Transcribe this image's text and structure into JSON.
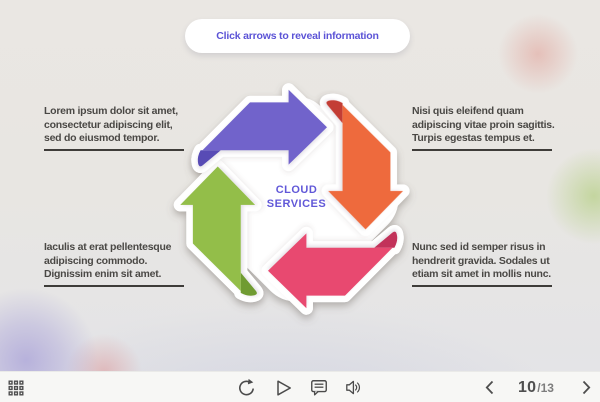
{
  "pill": {
    "label": "Click arrows to reveal information"
  },
  "diagram": {
    "center_title_line1": "CLOUD",
    "center_title_line2": "SERVICES",
    "title_color": "#6158d8",
    "arrows": [
      {
        "direction": "right",
        "color": "#7164cb",
        "fold_color": "#584cb5"
      },
      {
        "direction": "down",
        "color": "#ee6b3d",
        "fold_color": "#c33c36"
      },
      {
        "direction": "left",
        "color": "#e84a70",
        "fold_color": "#c2315a"
      },
      {
        "direction": "up",
        "color": "#93be4a",
        "fold_color": "#6f9b31"
      }
    ]
  },
  "blocks": [
    {
      "position": "top-left",
      "lines": [
        "Lorem ipsum dolor sit amet,",
        "consectetur adipiscing elit,",
        "sed do eiusmod tempor."
      ]
    },
    {
      "position": "top-right",
      "lines": [
        "Nisi quis eleifend quam",
        "adipiscing vitae proin sagittis.",
        "Turpis egestas tempus et."
      ]
    },
    {
      "position": "bottom-left",
      "lines": [
        "Iaculis at erat pellentesque",
        "adipiscing commodo.",
        "Dignissim enim sit amet."
      ]
    },
    {
      "position": "bottom-right",
      "lines": [
        "Nunc sed id semper risus in",
        "hendrerit gravida. Sodales ut",
        "etiam sit amet in mollis nunc."
      ]
    }
  ],
  "player": {
    "icons": [
      "menu-grid",
      "replay",
      "play",
      "comments",
      "volume",
      "previous",
      "next"
    ],
    "page": {
      "current": "10",
      "total": "/13"
    }
  },
  "colors": {
    "accent": "#5b53d6",
    "slide_background": "#e9e6e2",
    "player_bar": "#f7f7f5",
    "body_text": "#4a4845",
    "underline": "#3e3c39"
  }
}
